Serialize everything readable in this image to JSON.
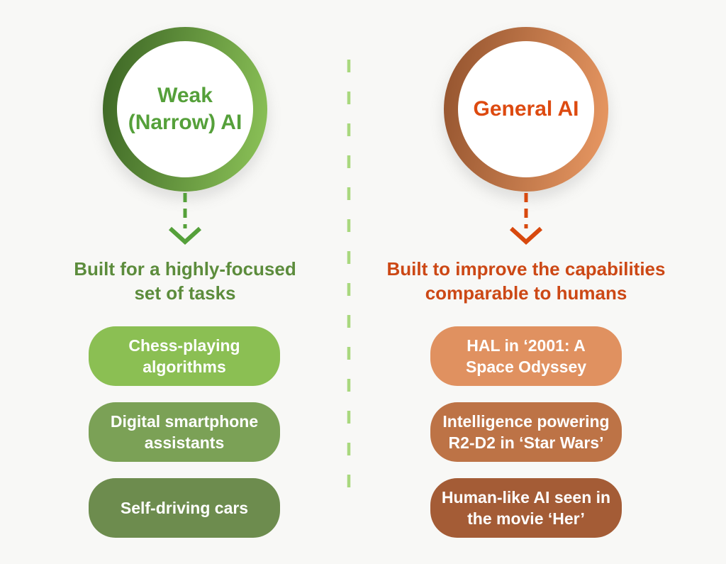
{
  "canvas": {
    "background": "#f8f8f6"
  },
  "divider": {
    "color": "#a9d87e"
  },
  "left": {
    "name": "weak-narrow-ai",
    "ring_gradient": [
      "#3a6323",
      "#8ec559"
    ],
    "title_lines": [
      "Weak",
      "(Narrow) AI"
    ],
    "title_color": "#55a03a",
    "arrow_color": "#55a03a",
    "subtitle_lines": [
      "Built for a highly-focused",
      "set of tasks"
    ],
    "subtitle_color": "#5c8c3c",
    "pills": [
      {
        "lines": [
          "Chess-playing",
          "algorithms"
        ],
        "color": "#8bbf53"
      },
      {
        "lines": [
          "Digital smartphone",
          "assistants"
        ],
        "color": "#7ba156"
      },
      {
        "lines": [
          "Self-driving cars"
        ],
        "color": "#6d8c4e"
      }
    ]
  },
  "right": {
    "name": "general-ai",
    "ring_gradient": [
      "#92522d",
      "#eb9a64"
    ],
    "title_lines": [
      "General AI"
    ],
    "title_color": "#dd4a10",
    "arrow_color": "#d8490e",
    "subtitle_lines": [
      "Built to improve the capabilities",
      "comparable to humans"
    ],
    "subtitle_color": "#cc4815",
    "pills": [
      {
        "lines": [
          "HAL in ‘2001: A",
          "Space Odyssey"
        ],
        "color": "#e09160"
      },
      {
        "lines": [
          "Intelligence powering",
          "R2-D2 in ‘Star Wars’"
        ],
        "color": "#bd7346"
      },
      {
        "lines": [
          "Human-like AI seen in",
          "the movie ‘Her’"
        ],
        "color": "#a45c36"
      }
    ]
  }
}
